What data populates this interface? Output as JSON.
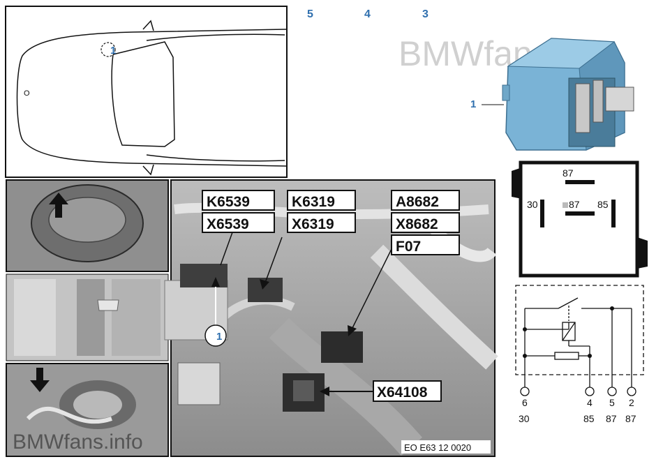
{
  "watermark": "BMWfans.info",
  "watermark_bottom": "BMWfans.info",
  "relay_top_numbers": [
    "5",
    "4",
    "3"
  ],
  "car_view": {
    "marker_label": "1",
    "marker_sub": "O"
  },
  "photo": {
    "callouts": [
      [
        "K6539",
        "X6539"
      ],
      [
        "K6319",
        "X6319"
      ],
      [
        "A8682",
        "X8682",
        "F07"
      ]
    ],
    "connector_label": "X64108",
    "marker_label": "1",
    "figure_code": "EO E63 12 0020"
  },
  "relay_image": {
    "label": "1"
  },
  "pinout": {
    "pin_87": "87",
    "pin_30": "30",
    "pin_87a": "87",
    "pin_85": "85"
  },
  "schematic": {
    "pins": [
      {
        "num": "6",
        "term": "30"
      },
      {
        "num": "4",
        "term": "85"
      },
      {
        "num": "5",
        "term": "87"
      },
      {
        "num": "2",
        "term": "87"
      }
    ]
  },
  "colors": {
    "relay_blue": "#7ab3d6",
    "label_blue": "#2f6fae"
  }
}
